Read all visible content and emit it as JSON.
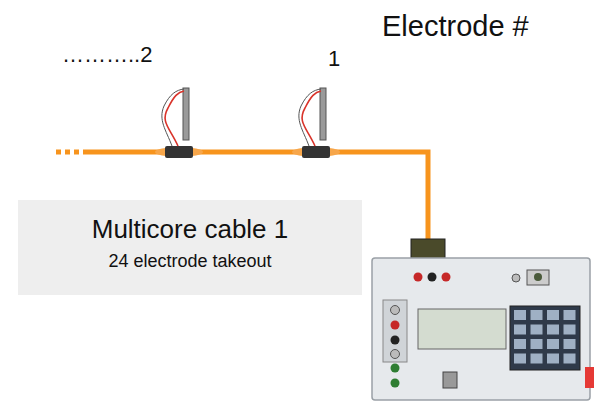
{
  "diagram": {
    "nodes": [
      {
        "text": [
          "Multicore cable 1",
          "24 electrode takeout"
        ]
      }
    ],
    "labels": [
      "Electrode #",
      "1",
      "………..2"
    ]
  }
}
